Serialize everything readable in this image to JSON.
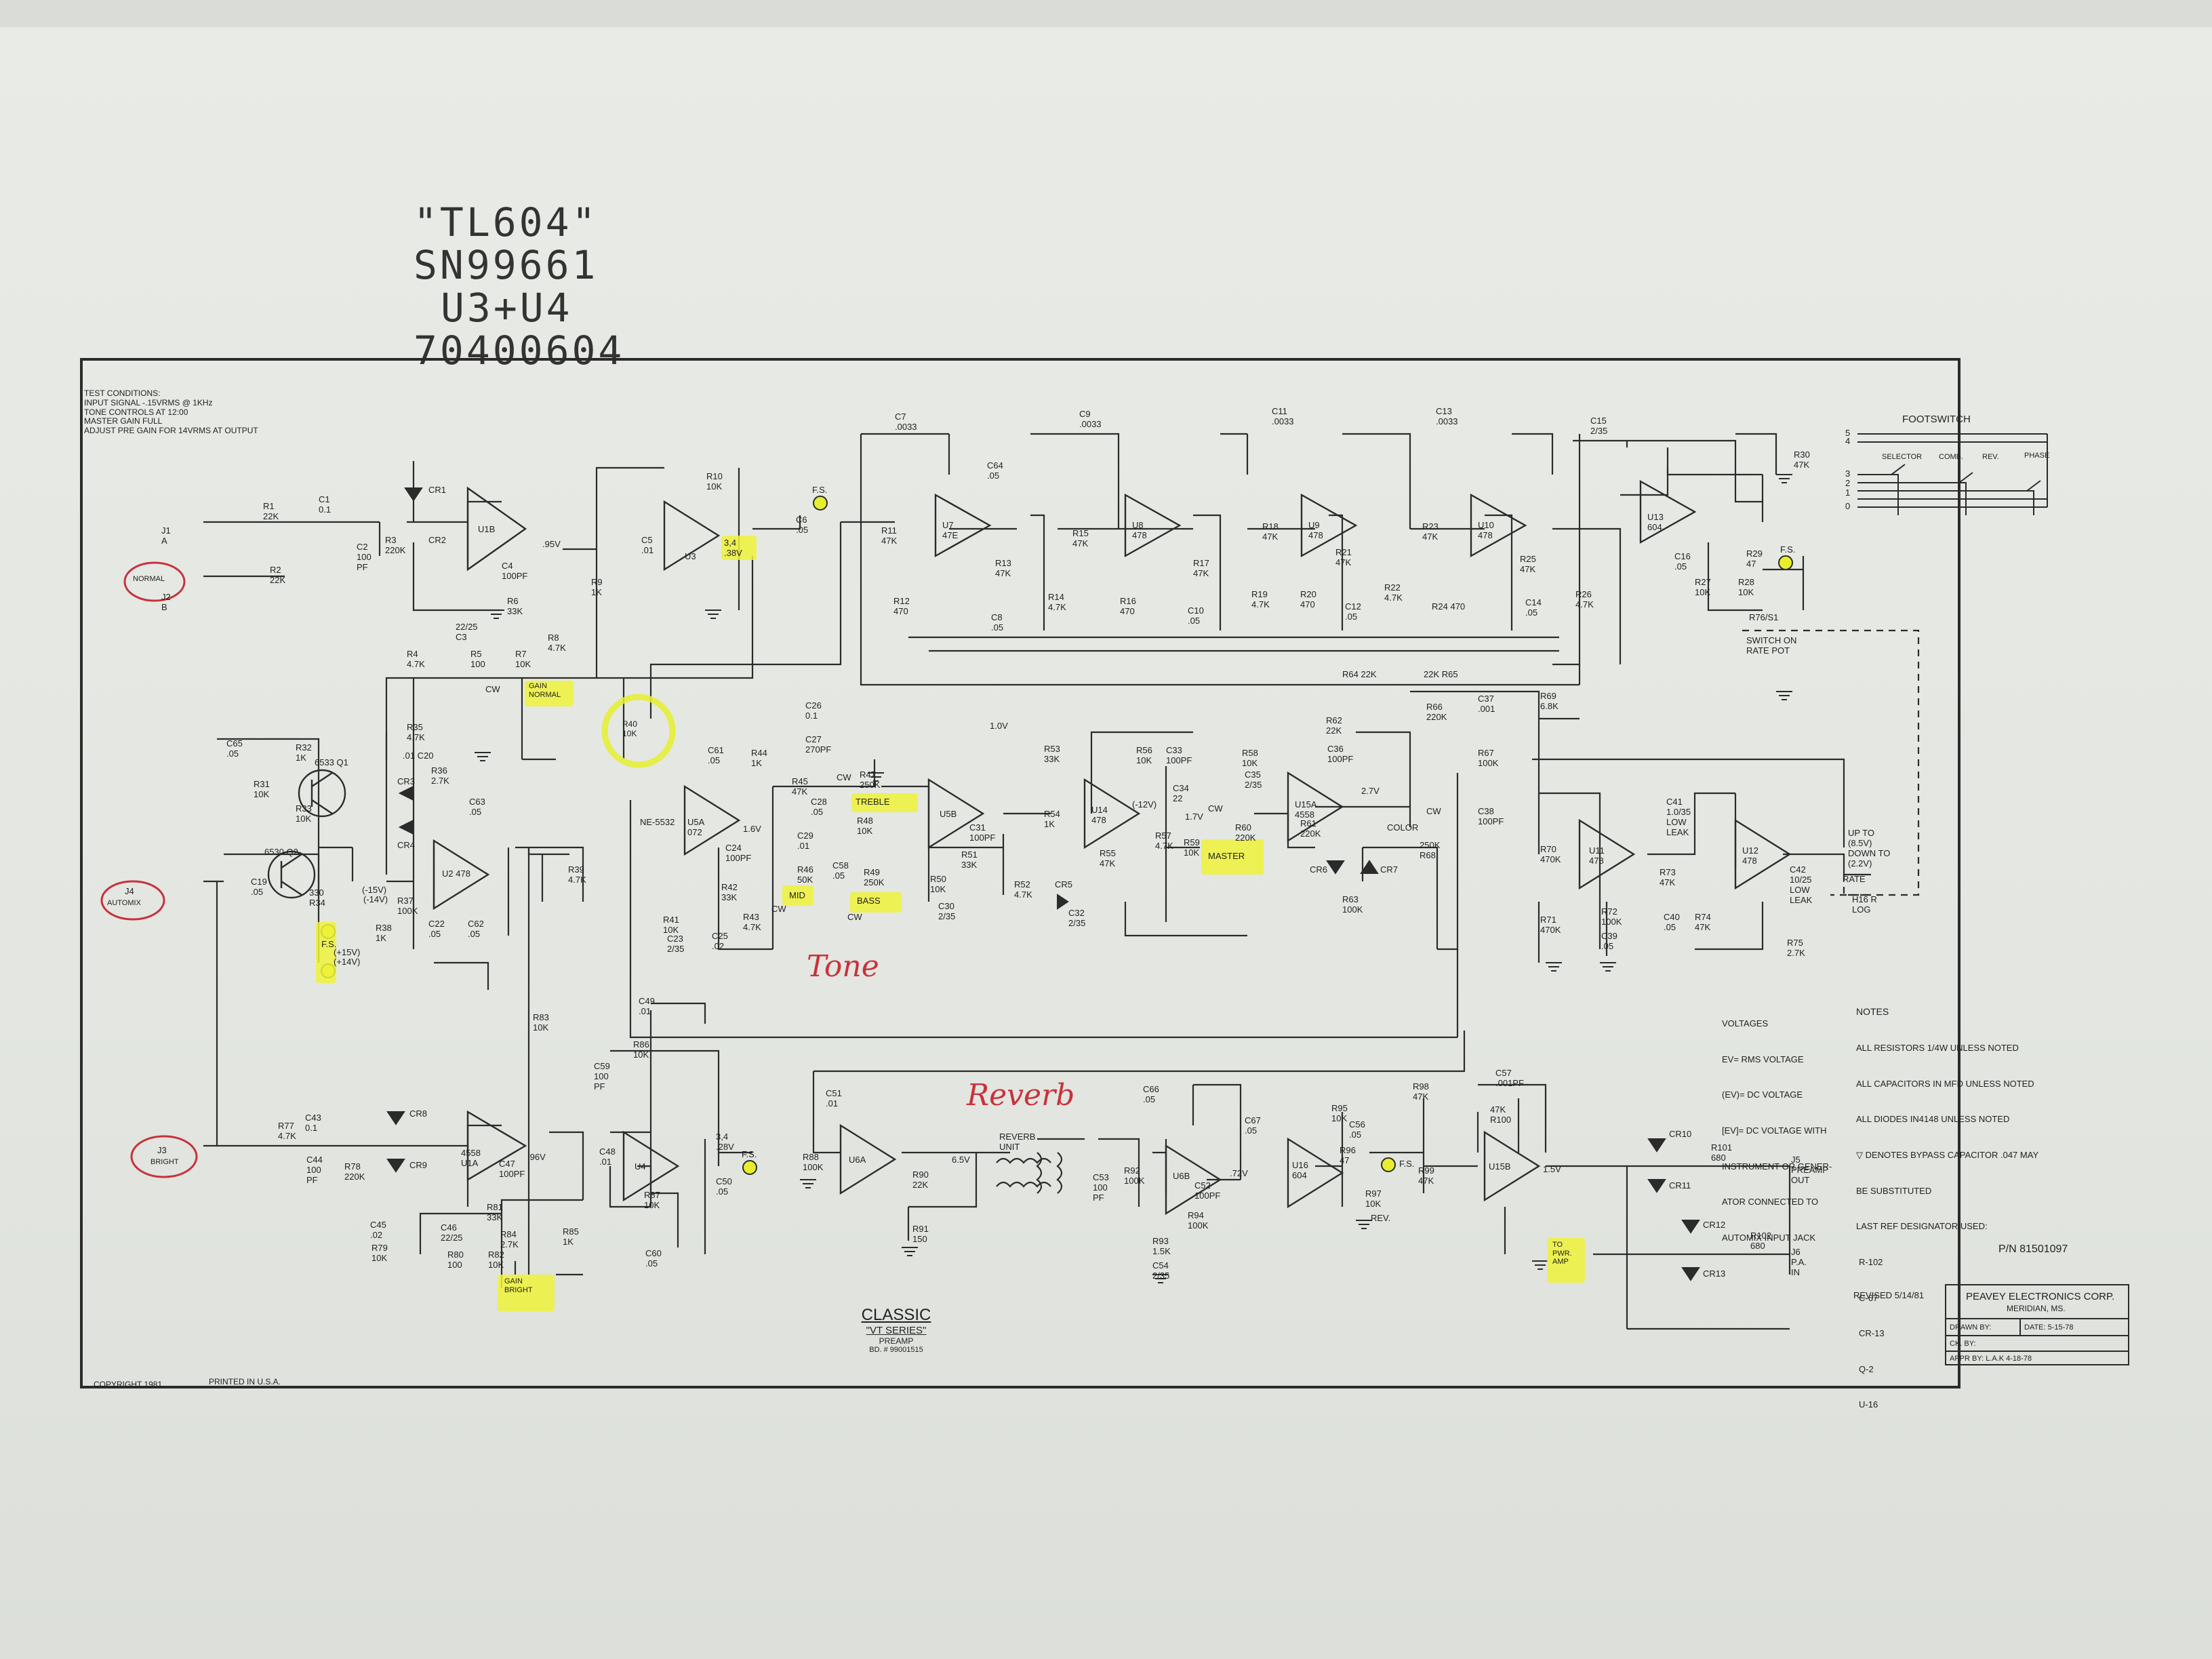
{
  "handwritten": {
    "line1": "\"TL604\"",
    "line2": "SN99661",
    "line3": "U3+U4",
    "line4": "70400604"
  },
  "test_conditions": {
    "heading": "TEST CONDITIONS:",
    "lines": [
      "INPUT SIGNAL -.15VRMS @ 1KHz",
      "TONE CONTROLS AT 12:00",
      "MASTER GAIN FULL",
      "ADJUST PRE GAIN FOR 14VRMS AT OUTPUT"
    ]
  },
  "inputs": {
    "j1": "J1 A",
    "j2": "J2 B",
    "normal": "NORMAL",
    "j4": "J4",
    "automix": "AUTOMIX",
    "j3": "J3",
    "bright": "BRIGHT"
  },
  "opamps": {
    "u1b": "U1B",
    "u3": "U3",
    "u2": "U2 478",
    "u1a": "4558 U1A",
    "u4": "U4",
    "u5a": "U5A 072",
    "u5b": "U5B",
    "u14": "U14 478",
    "u15a": "U15A 4558",
    "u7": "U7 47E",
    "u8": "U8 478",
    "u9": "U9 478",
    "u10": "U10 478",
    "u13": "U13 604",
    "u11": "U11 478",
    "u12": "U12 478",
    "u6a": "U6A",
    "u6b": "U6B",
    "u16": "U16 604",
    "u15b": "U15B",
    "ne5532": "NE-5532"
  },
  "voltages": {
    "v1": ".95V",
    "v2": "3,4 .38V",
    "v3": "1.6V",
    "v4": "2.7V",
    "v5": ".96V",
    "v6": "3,4 .28V",
    "v7": "6.5V",
    "v8": ".72V",
    "v9": "1.5V",
    "v10": "(-12V)",
    "v11": "1.7V",
    "v12": "(-15V)",
    "v13": "(-14V)",
    "v14": "(+15V)",
    "v15": "(+14V)",
    "v16": "1.0V"
  },
  "components": {
    "r1": "R1 22K",
    "c1": "C1 0.1",
    "c2": "C2 100 PF",
    "r3": "R3 220K",
    "r2": "R2 22K",
    "cr1": "CR1",
    "cr2": "CR2",
    "c4": "C4 100PF",
    "r6": "R6 33K",
    "r8": "R8 4.7K",
    "r7": "R7 10K",
    "r5": "R5 100",
    "r4": "R4 4.7K",
    "c3": "22/25 C3",
    "r10": "R10 10K",
    "r9": "R9 1K",
    "c5": "C5 .01",
    "c6": "C6 .05",
    "r32": "R32 1K",
    "q1": "6533 Q1",
    "r31": "R31 10K",
    "r33": "R33 10K",
    "c65": "C65 .05",
    "q2": "6530 Q2",
    "r34": "330 R34",
    "c19": "C19 .05",
    "r35": "R35 4.7K",
    "r36": "R36 2.7K",
    "c20": ".01 C20",
    "c63": "C63 .05",
    "cr3": "CR3",
    "cr4": "CR4",
    "r37": "R37 100K",
    "r38": "R38 1K",
    "c22": "C22 .05",
    "c62": "C62 .05",
    "r39": "R39 4.7K",
    "r40": "R40 10K",
    "c26": "C26 0.1",
    "c27": "C27 270PF",
    "r44": "R44 1K",
    "c61": "C61 .05",
    "r45": "R45 47K",
    "r46": "R46 50K",
    "c28": "C28 .05",
    "c29": "C29 .01",
    "r47": "R47 250K",
    "r48": "R48 10K",
    "r49": "R49 250K",
    "c58": "C58 .05",
    "r43": "R43 4.7K",
    "r42": "R42 33K",
    "c24": "C24 100PF",
    "r41": "R41 10K",
    "c23": "C23 2/35",
    "c25": "C25 .02",
    "r50": "R50 10K",
    "c30": "C30 2/35",
    "r51": "R51 33K",
    "c31": "C31 100PF",
    "r53": "R53 33K",
    "r54": "R54 1K",
    "r52": "R52 4.7K",
    "cr5": "CR5",
    "c32": "C32 2/35",
    "r56": "R56 10K",
    "c33": "C33 100PF",
    "r55": "R55 47K",
    "r57": "R57 4.7K",
    "c34": "C34 22",
    "r58": "R58 10K",
    "c35": "C35 2/35",
    "r59": "R59 10K",
    "r60": "R60 220K",
    "r61": "R61 220K",
    "r62": "R62 22K",
    "c36": "C36 100PF",
    "cr6": "CR6",
    "cr7": "CR7",
    "r63": "R63 100K",
    "r64": "R64 22K",
    "r65": "22K R65",
    "r66": "R66 220K",
    "c37": "C37 .001",
    "r67": "R67 100K",
    "c38": "C38 100PF",
    "r68": "250K R68",
    "r69": "R69 6.8K",
    "c7": "C7 .0033",
    "c9": "C9 .0033",
    "c11": "C11 .0033",
    "c13": "C13 .0033",
    "c15": "C15 2/35",
    "c64": "C64 .05",
    "r11": "R11 47K",
    "r12": "R12 470",
    "r13": "R13 47K",
    "r14": "R14 4.7K",
    "c8": "C8 .05",
    "r15": "R15 47K",
    "r16": "R16 470",
    "r17": "R17 47K",
    "c10": "C10 .05",
    "r19": "R19 4.7K",
    "r18": "R18 47K",
    "r20": "R20 470",
    "r21": "R21 47K",
    "c12": "C12 .05",
    "r22": "R22 4.7K",
    "r23": "R23 47K",
    "r24": "R24 470",
    "r25": "R25 47K",
    "c14": "C14 .05",
    "r26": "R26 4.7K",
    "r30": "R30 47K",
    "r29": "R29 47",
    "r27": "R27 10K",
    "r28": "R28 10K",
    "c16": "C16 .05",
    "r76": "R76/S1",
    "switch_on": "SWITCH ON RATE POT",
    "r70": "R70 470K",
    "r71": "R71 470K",
    "r72": "R72 100K",
    "c39": "C39 .05",
    "c41": "C41 1.0/35 LOW LEAK",
    "r73": "R73 47K",
    "c40": "C40 .05",
    "r74": "R74 47K",
    "c42": "C42 10/25 LOW LEAK",
    "r75": "R75 2.7K",
    "h16": "H16 R LOG",
    "rate": "RATE",
    "up_to": "UP TO (8.5V) DOWN TO (2.2V)",
    "r77": "R77 4.7K",
    "c43": "C43 0.1",
    "c44": "C44 100 PF",
    "r78": "R78 220K",
    "cr8": "CR8",
    "cr9": "CR9",
    "c47": "C47 100PF",
    "r81": "R81 33K",
    "r84": "R84 2.7K",
    "r82": "R82 10K",
    "r80": "R80 100",
    "r79": "R79 10K",
    "c45": "C45 .02",
    "c46": "C46 22/25",
    "r83": "R83 10K",
    "c49": "C49 .01",
    "r86": "R86 10K",
    "c59": "C59 100 PF",
    "c48": "C48 .01",
    "r85": "R85 1K",
    "r87": "R87 10K",
    "c60": "C60 .05",
    "c50": "C50 .05",
    "c51": "C51 .01",
    "r88": "R88 100K",
    "r90": "R90 22K",
    "r91": "R91 150",
    "reverb_unit": "REVERB UNIT",
    "c53": "C53 100 PF",
    "r92": "R92 100K",
    "c66": "C66 .05",
    "c52": "C52 100PF",
    "r94": "R94 100K",
    "r93": "R93 1.5K",
    "c54": "C54 2/35",
    "c67": "C67 .05",
    "r95": "R95 10K",
    "c56": "C56 .05",
    "r96": "R96 47",
    "r97": "R97 10K",
    "rev": "REV.",
    "r98": "R98 47K",
    "r99": "R99 47K",
    "c57": "C57 .001PF",
    "r100": "47K R100",
    "cr10": "CR10",
    "cr11": "CR11",
    "cr12": "CR12",
    "cr13": "CR13",
    "r101": "R101 680",
    "r102": "R102 680",
    "j5": "J5 PREAMP OUT",
    "j6": "J6 P.A. IN",
    "color": "COLOR",
    "cw": "CW"
  },
  "control_labels": {
    "gain_normal": "GAIN NORMAL",
    "gain_bright": "GAIN BRIGHT",
    "treble": "TREBLE",
    "mid": "MID",
    "bass": "BASS",
    "master": "MASTER",
    "to_pwr_amp": "TO PWR. AMP",
    "fs": "F.S."
  },
  "annotations": {
    "tone": "Tone",
    "reverb": "Reverb"
  },
  "footswitch": {
    "title": "FOOTSWITCH",
    "selector": "SELECTOR",
    "comb": "COMB.",
    "rev": "REV.",
    "phase": "PHASE",
    "pins": [
      "5",
      "4",
      "3",
      "2",
      "1",
      "0"
    ]
  },
  "voltage_notes": {
    "heading": "VOLTAGES",
    "lines": [
      "EV= RMS VOLTAGE",
      "(EV)= DC VOLTAGE",
      "[EV]= DC VOLTAGE WITH",
      "INSTRUMENT OR GENER-",
      "ATOR CONNECTED TO",
      "AUTOMIX INPUT JACK"
    ]
  },
  "notes": {
    "heading": "NOTES",
    "lines": [
      "ALL RESISTORS 1/4W UNLESS NOTED",
      "ALL CAPACITORS IN MFD UNLESS NOTED",
      "ALL DIODES IN4148 UNLESS NOTED",
      "▽ DENOTES BYPASS CAPACITOR .047 MAY",
      "BE SUBSTITUTED",
      "LAST REF DESIGNATOR USED:",
      "R-102",
      "C-67",
      "CR-13",
      "Q-2",
      "U-16"
    ]
  },
  "part_number": "P/N 81501097",
  "title_block": {
    "revised": "REVISED 5/14/81",
    "company": "PEAVEY ELECTRONICS CORP.",
    "city": "MERIDIAN, MS.",
    "drawn_by": "DRAWN BY:",
    "date": "DATE: 5-15-78",
    "ck_by": "CK. BY:",
    "appr_by": "APPR BY: L.A.K 4-18-78"
  },
  "product": {
    "name": "CLASSIC",
    "series": "\"VT SERIES\"",
    "type": "PREAMP",
    "board": "BD. # 99001515"
  },
  "copyright": "COPYRIGHT 1981",
  "printed": "PRINTED IN U.S.A."
}
